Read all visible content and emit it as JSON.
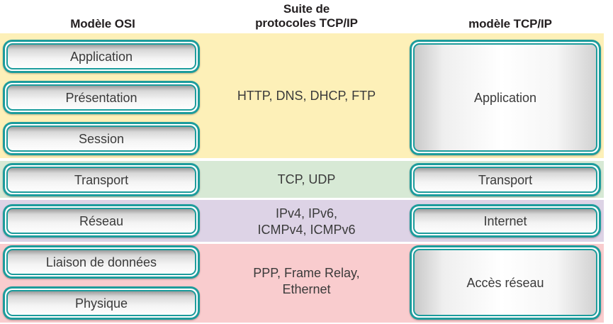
{
  "headings": {
    "osi": "Modèle OSI",
    "suite": "Suite de\nprotocoles TCP/IP",
    "tcpip": "modèle TCP/IP"
  },
  "colors": {
    "band_application": "#fdf0b8",
    "band_transport": "#d7e9d5",
    "band_internet": "#ddd3e6",
    "band_access": "#f9ccce",
    "box_border": "#1c9c9c",
    "text": "#3a3a3a",
    "heading_text": "#231f20"
  },
  "osi_layers": [
    {
      "label": "Application"
    },
    {
      "label": "Présentation"
    },
    {
      "label": "Session"
    },
    {
      "label": "Transport"
    },
    {
      "label": "Réseau"
    },
    {
      "label": "Liaison de données"
    },
    {
      "label": "Physique"
    }
  ],
  "protocols": [
    {
      "label": "HTTP, DNS, DHCP, FTP"
    },
    {
      "label": "TCP, UDP"
    },
    {
      "label": "IPv4, IPv6,\nICMPv4, ICMPv6"
    },
    {
      "label": "PPP, Frame Relay,\nEthernet"
    }
  ],
  "tcpip_layers": [
    {
      "label": "Application"
    },
    {
      "label": "Transport"
    },
    {
      "label": "Internet"
    },
    {
      "label": "Accès réseau"
    }
  ]
}
